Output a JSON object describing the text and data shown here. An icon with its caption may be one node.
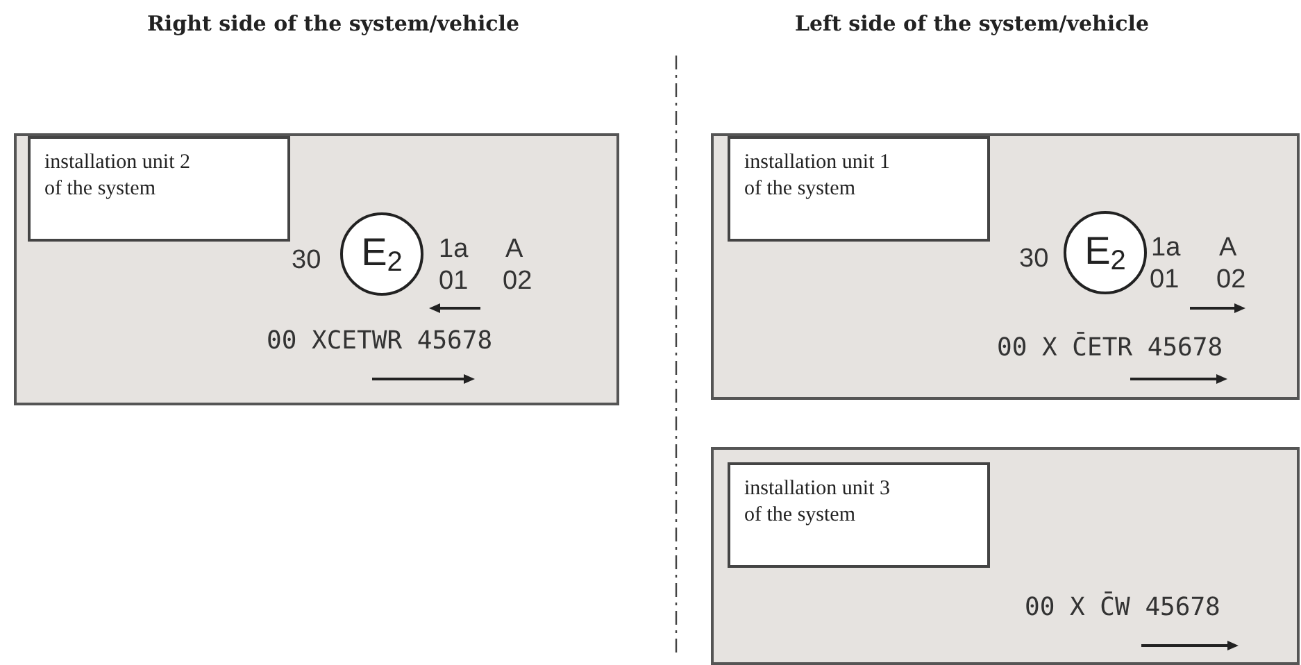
{
  "diagram": {
    "nodes": [
      {
        "text": [
          "30",
          "1a",
          "A",
          "01",
          "02",
          "00 XCETWR 45678"
        ]
      },
      {
        "text": [
          "installation unit 2 of the system"
        ],
        "in": 0
      },
      {
        "text": [
          "E$_{2}$"
        ],
        "in": 0
      },
      {
        "text": [
          "30",
          "1a",
          "A",
          "01",
          "02",
          "00 X C̄ETR 45678"
        ]
      },
      {
        "text": [
          "installation unit 1 of the system"
        ],
        "in": 3
      },
      {
        "text": [
          "E$_{2}$"
        ],
        "in": 3
      },
      {
        "text": [
          "00 X C̄W 45678"
        ]
      },
      {
        "text": [
          "installation unit 3 of the system"
        ],
        "in": 6
      }
    ],
    "labels": [
      "Right side of the system/vehicle",
      "Left side of the system/vehicle"
    ]
  }
}
